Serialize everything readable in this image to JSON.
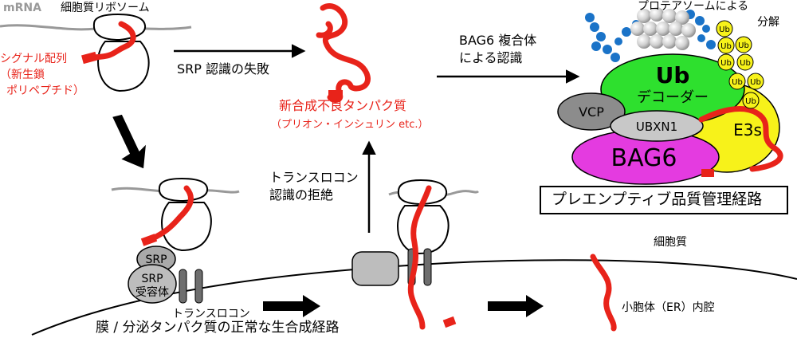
{
  "labels": {
    "mrna": "mRNA",
    "ribosome": "細胞質リボソーム",
    "signal_seq": "シグナル配列",
    "nascent_chain_1": "（新生鎖",
    "nascent_chain_2": "ポリペプチド）",
    "srp_failure": "SRP 認識の失敗",
    "bag6_recog_1": "BAG6 複合体",
    "bag6_recog_2": "による認識",
    "misfolded_1": "新合成不良タンパク質",
    "misfolded_2": "（プリオン・インシュリン etc.）",
    "translocon_reject_1": "トランスロコン",
    "translocon_reject_2": "認識の拒絶",
    "proteasome_1": "プロテアソームによる",
    "proteasome_2": "分解",
    "preemptive_pathway": "プレエンプティブ品質管理経路",
    "cytoplasm": "細胞質",
    "er_lumen": "小胞体（ER）内腔",
    "translocon": "トランスロコン",
    "normal_pathway": "膜 / 分泌タンパク質の正常な生合成経路"
  },
  "complex": {
    "ub_decoder_title": "Ub",
    "ub_decoder_sub": "デコーダー",
    "vcp": "VCP",
    "ubxn1": "UBXN1",
    "bag6": "BAG6",
    "e3s": "E3s",
    "ub_tag": "Ub"
  },
  "srp": {
    "srp": "SRP",
    "receptor_1": "SRP",
    "receptor_2": "受容体"
  },
  "colors": {
    "nascent_chain": "#e8231a",
    "bag6": "#e43be0",
    "ub_decoder": "#2ee02e",
    "e3s": "#f7f21a",
    "vcp": "#8c8c8c",
    "ubxn1": "#c8c8c8",
    "proteasome_blue": "#1a73c8",
    "membrane": "#000000"
  }
}
